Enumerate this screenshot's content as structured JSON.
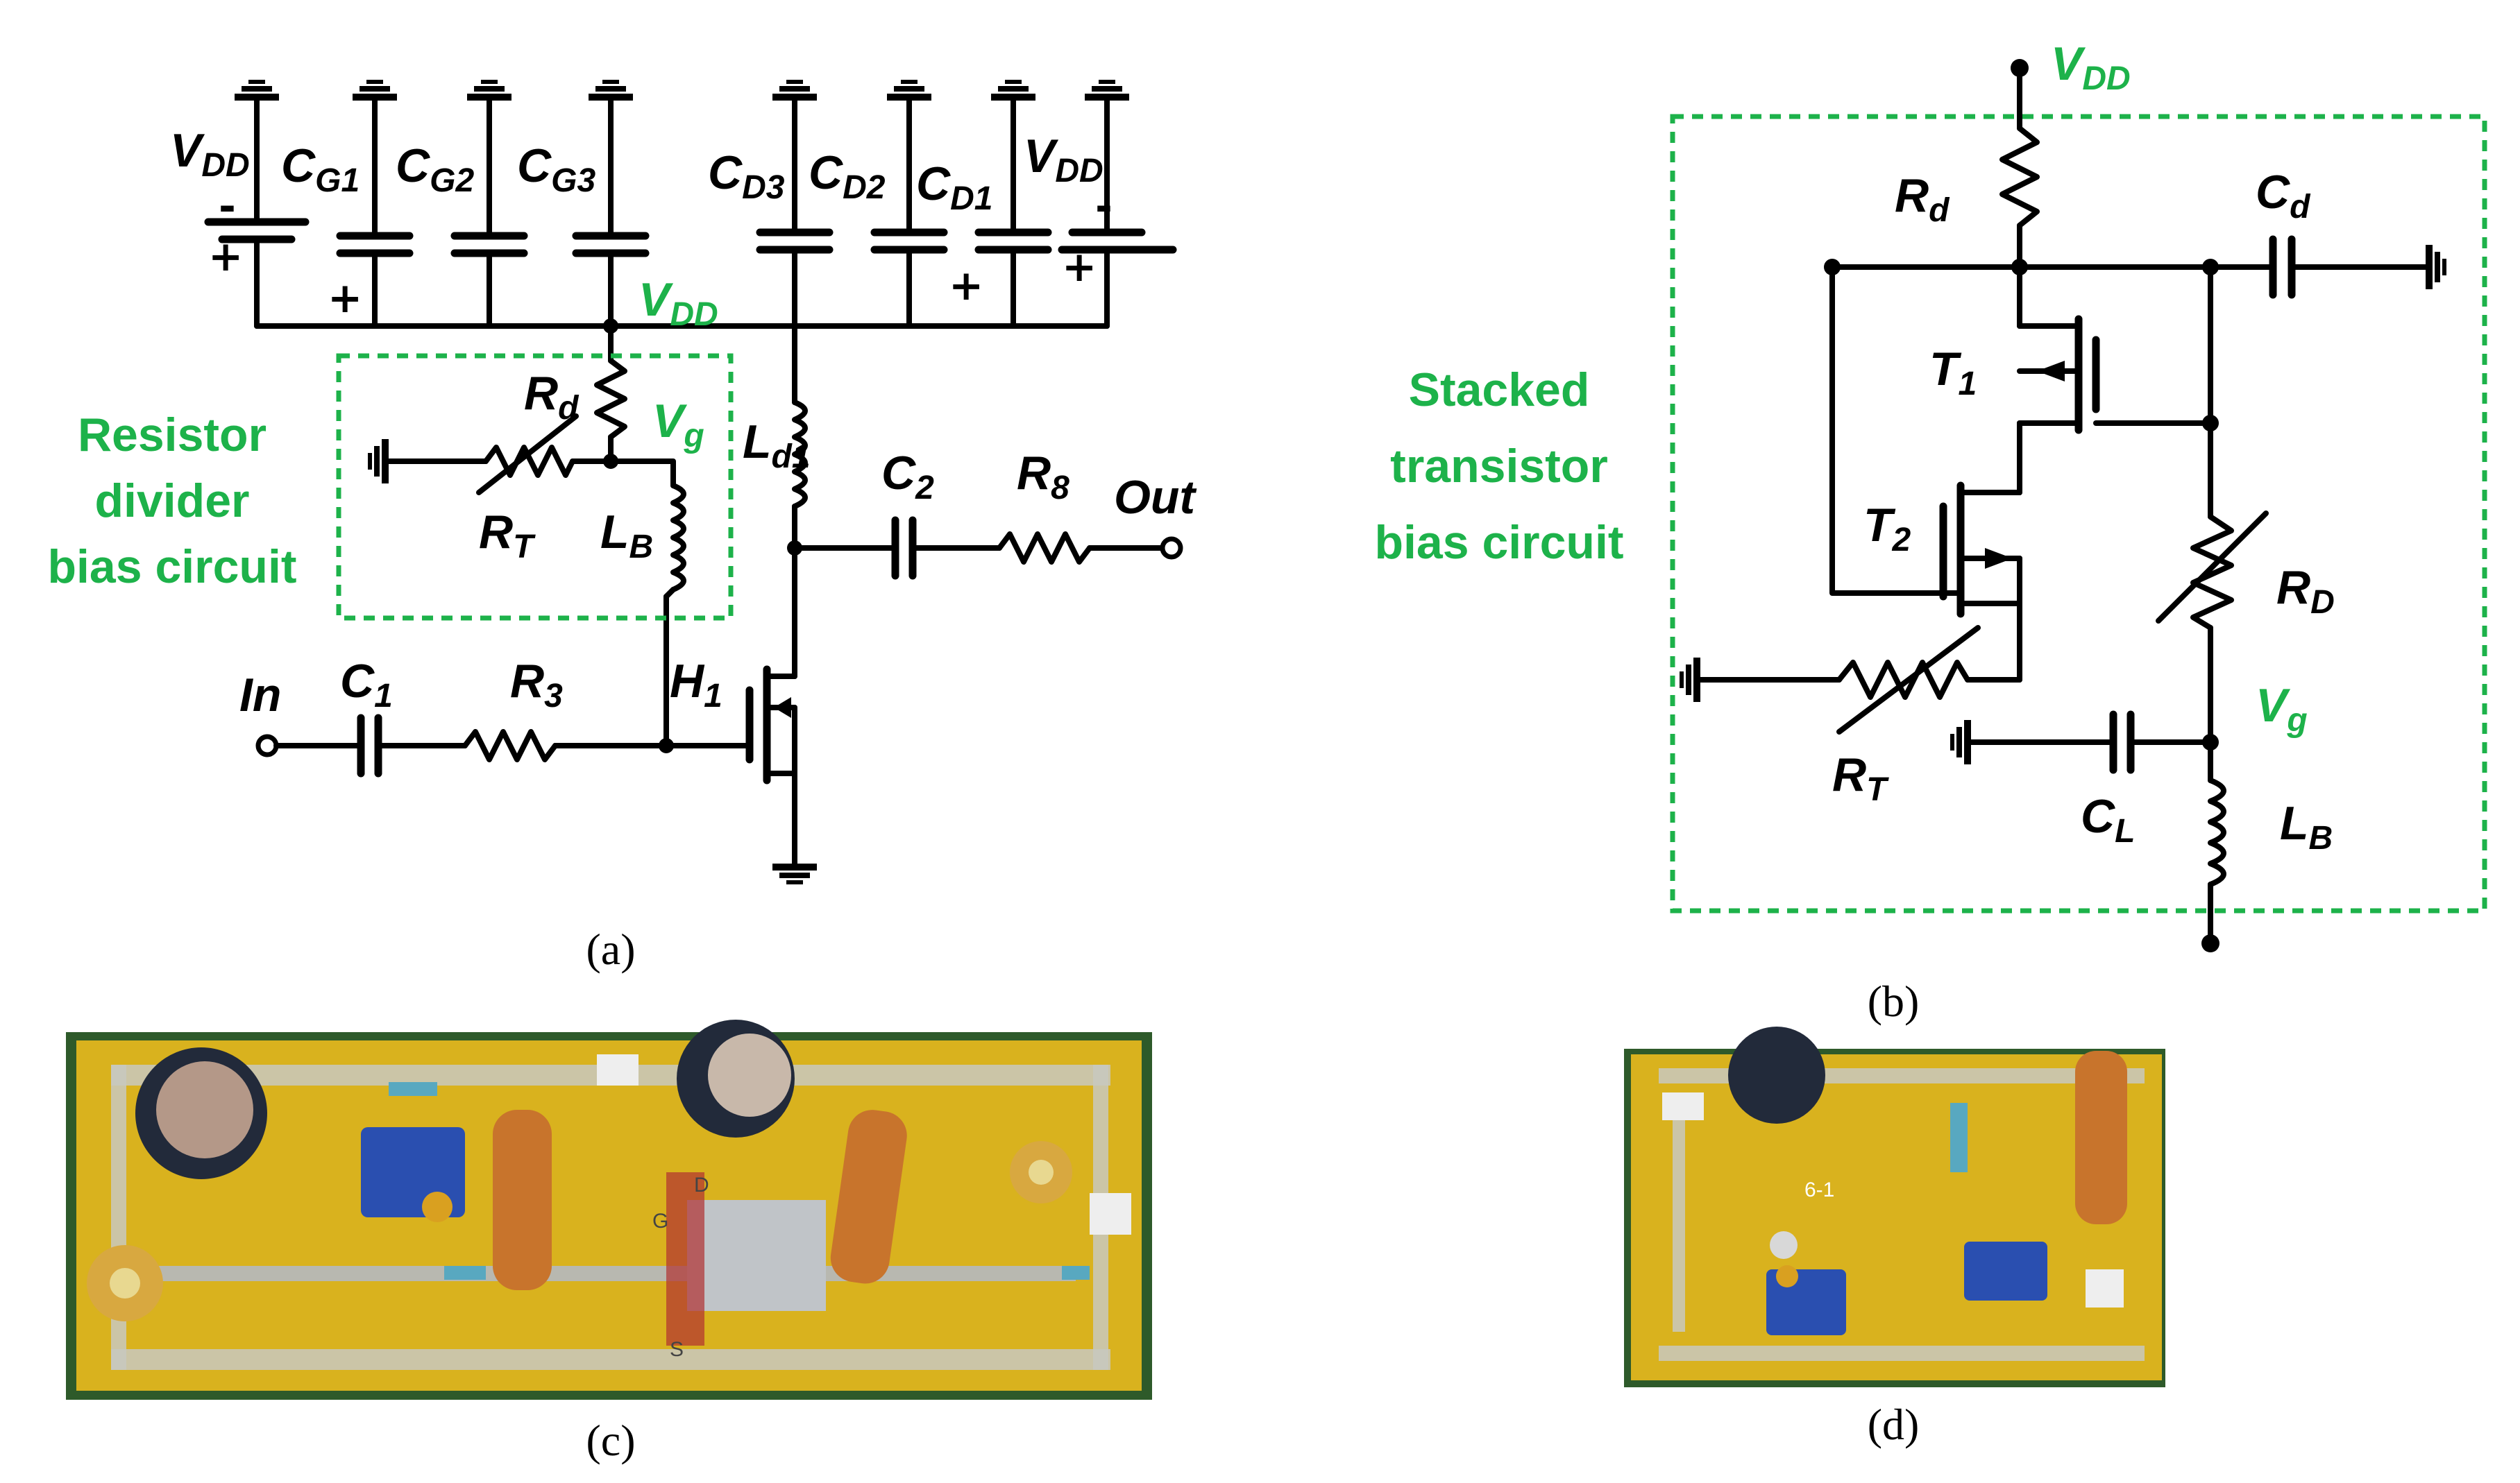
{
  "panel_a": {
    "caption": "(a)",
    "vdd_left": {
      "v": "V",
      "s": "DD"
    },
    "vdd_right": {
      "v": "V",
      "s": "DD"
    },
    "vdd_node": {
      "v": "V",
      "s": "DD"
    },
    "cg1": {
      "v": "C",
      "s": "G1"
    },
    "cg2": {
      "v": "C",
      "s": "G2"
    },
    "cg3": {
      "v": "C",
      "s": "G3"
    },
    "cd3": {
      "v": "C",
      "s": "D3"
    },
    "cd2": {
      "v": "C",
      "s": "D2"
    },
    "cd1": {
      "v": "C",
      "s": "D1"
    },
    "rd": {
      "v": "R",
      "s": "d"
    },
    "vg": {
      "v": "V",
      "s": "g"
    },
    "rt": {
      "v": "R",
      "s": "T"
    },
    "lb": {
      "v": "L",
      "s": "B"
    },
    "ld1": {
      "v": "L",
      "s": "d1"
    },
    "c2": {
      "v": "C",
      "s": "2"
    },
    "r8": {
      "v": "R",
      "s": "8"
    },
    "out": "Out",
    "in": "In",
    "c1": {
      "v": "C",
      "s": "1"
    },
    "r3": {
      "v": "R",
      "s": "3"
    },
    "h1": {
      "v": "H",
      "s": "1"
    },
    "box_label": [
      "Resistor",
      "divider",
      "bias circuit"
    ],
    "plus": "+",
    "minus": "-"
  },
  "panel_b": {
    "caption": "(b)",
    "vdd": {
      "v": "V",
      "s": "DD"
    },
    "rd_upper": {
      "v": "R",
      "s": "d"
    },
    "cd": {
      "v": "C",
      "s": "d"
    },
    "t1": {
      "v": "T",
      "s": "1"
    },
    "t2": {
      "v": "T",
      "s": "2"
    },
    "rd_var": {
      "v": "R",
      "s": "D"
    },
    "vg": {
      "v": "V",
      "s": "g"
    },
    "rt": {
      "v": "R",
      "s": "T"
    },
    "cl": {
      "v": "C",
      "s": "L"
    },
    "lb": {
      "v": "L",
      "s": "B"
    },
    "box_label": [
      "Stacked",
      "transistor",
      "bias circuit"
    ]
  },
  "panel_c": {
    "caption": "(c)",
    "board_marks": [
      "G",
      "D",
      "S"
    ]
  },
  "panel_d": {
    "caption": "(d)",
    "board_marks": [
      "6-1"
    ]
  },
  "colors": {
    "green": "#1db24a",
    "board_yellow": "#d9b21e",
    "copper": "#c8742c"
  }
}
